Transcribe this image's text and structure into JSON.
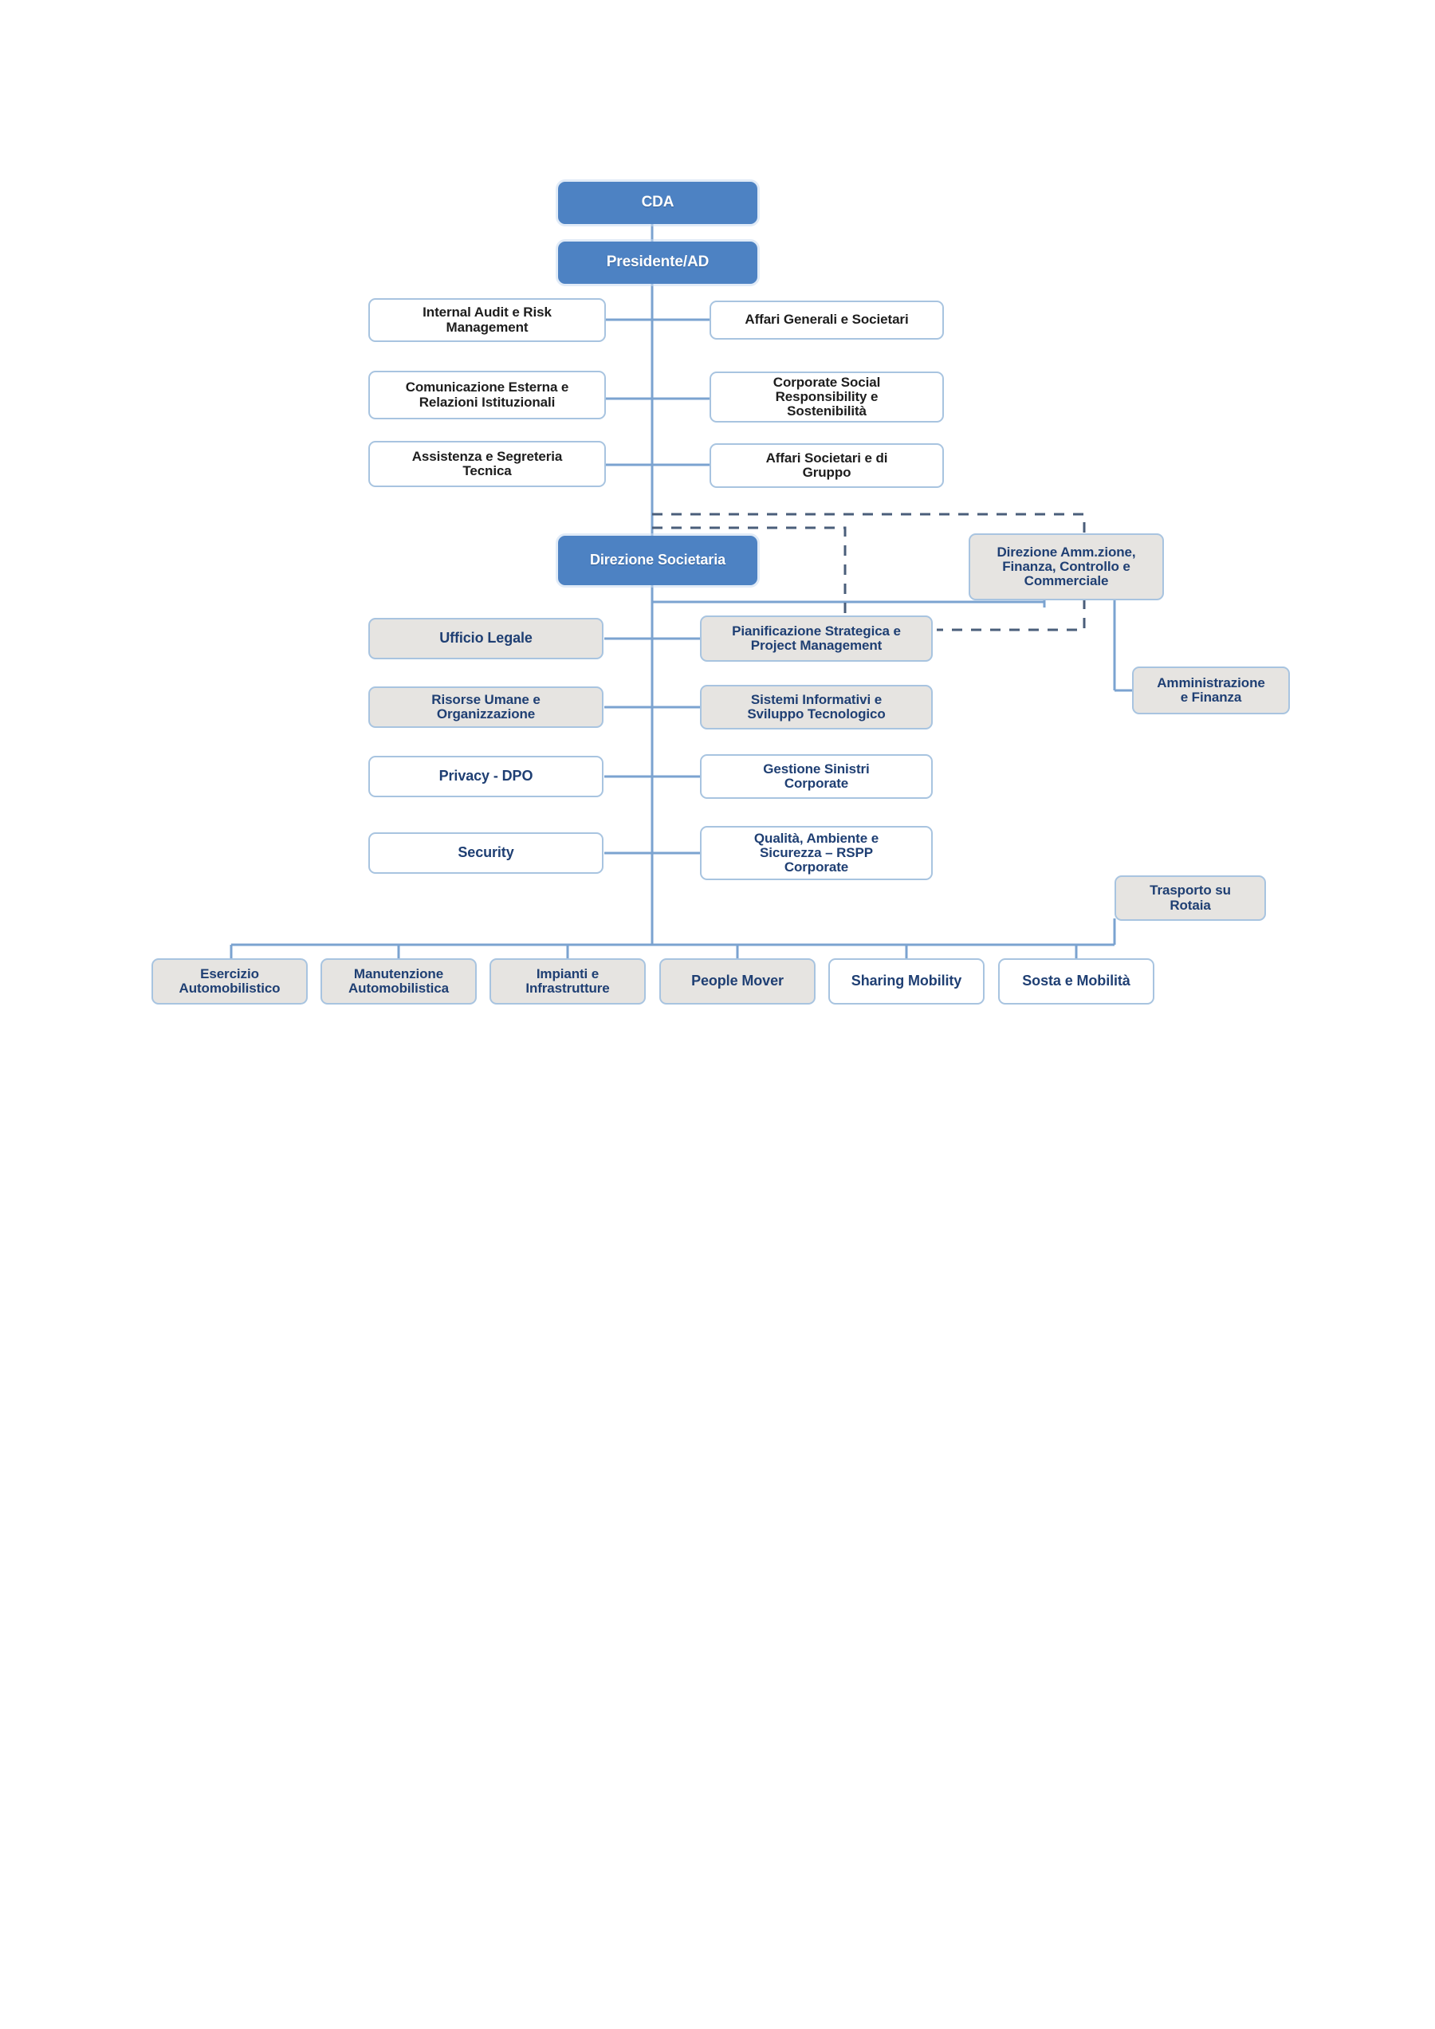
{
  "document": {
    "type": "organizational-chart",
    "language": "it",
    "background_color": "#ffffff"
  },
  "palette": {
    "accent_fill": "#4d82c3",
    "accent_text": "#ffffff",
    "box_border": "#a8c4e0",
    "blue_text": "#1f3f73",
    "black_text": "#1d1d1d",
    "grey_fill": "#e6e4e1",
    "white_fill": "#ffffff",
    "connector": "#7ba3d0",
    "dashed_connector": "#4a5e7a"
  },
  "chart_data": {
    "type": "diagram",
    "title": "",
    "nodes": {
      "cda": {
        "label": "CDA",
        "style": "blue"
      },
      "presidente": {
        "label": "Presidente/AD",
        "style": "blue"
      },
      "direzione_societaria": {
        "label": "Direzione Societaria",
        "style": "blue"
      },
      "direzione_amm": {
        "label": "Direzione Amm.zione,\nFinanza, Controllo e\nCommerciale",
        "style": "grey-blue"
      },
      "amministrazione_finanza": {
        "label": "Amministrazione\ne Finanza",
        "style": "grey-blue"
      },
      "trasporto_rotaia": {
        "label": "Trasporto su\nRotaia",
        "style": "grey-blue"
      }
    },
    "staff_top_left": [
      {
        "label": "Internal Audit e Risk\nManagement",
        "style": "white-black"
      },
      {
        "label": "Comunicazione  Esterna e\nRelazioni Istituzionali",
        "style": "white-black"
      },
      {
        "label": "Assistenza e Segreteria\nTecnica",
        "style": "white-black"
      }
    ],
    "staff_top_right": [
      {
        "label": "Affari Generali e Societari",
        "style": "white-black"
      },
      {
        "label": "Corporate Social\nResponsibility e\nSostenibilità",
        "style": "white-black"
      },
      {
        "label": "Affari Societari e di\nGruppo",
        "style": "white-black"
      }
    ],
    "staff_mid_left": [
      {
        "label": "Ufficio Legale",
        "style": "grey-blue"
      },
      {
        "label": "Risorse Umane e\nOrganizzazione",
        "style": "grey-blue"
      },
      {
        "label": "Privacy - DPO",
        "style": "white-blue"
      },
      {
        "label": "Security",
        "style": "white-blue"
      }
    ],
    "staff_mid_right": [
      {
        "label": "Pianificazione Strategica e\nProject Management",
        "style": "grey-blue"
      },
      {
        "label": "Sistemi Informativi e\nSviluppo Tecnologico",
        "style": "grey-blue"
      },
      {
        "label": "Gestione Sinistri\nCorporate",
        "style": "white-blue"
      },
      {
        "label": "Qualità, Ambiente e\nSicurezza – RSPP\nCorporate",
        "style": "white-blue"
      }
    ],
    "bottom_units": [
      {
        "label": "Esercizio\nAutomobilistico",
        "style": "grey-blue"
      },
      {
        "label": "Manutenzione\nAutomobilistica",
        "style": "grey-blue"
      },
      {
        "label": "Impianti e\nInfrastrutture",
        "style": "grey-blue"
      },
      {
        "label": "People Mover",
        "style": "grey-blue"
      },
      {
        "label": "Sharing Mobility",
        "style": "white-blue"
      },
      {
        "label": "Sosta e Mobilità",
        "style": "white-blue"
      }
    ]
  }
}
